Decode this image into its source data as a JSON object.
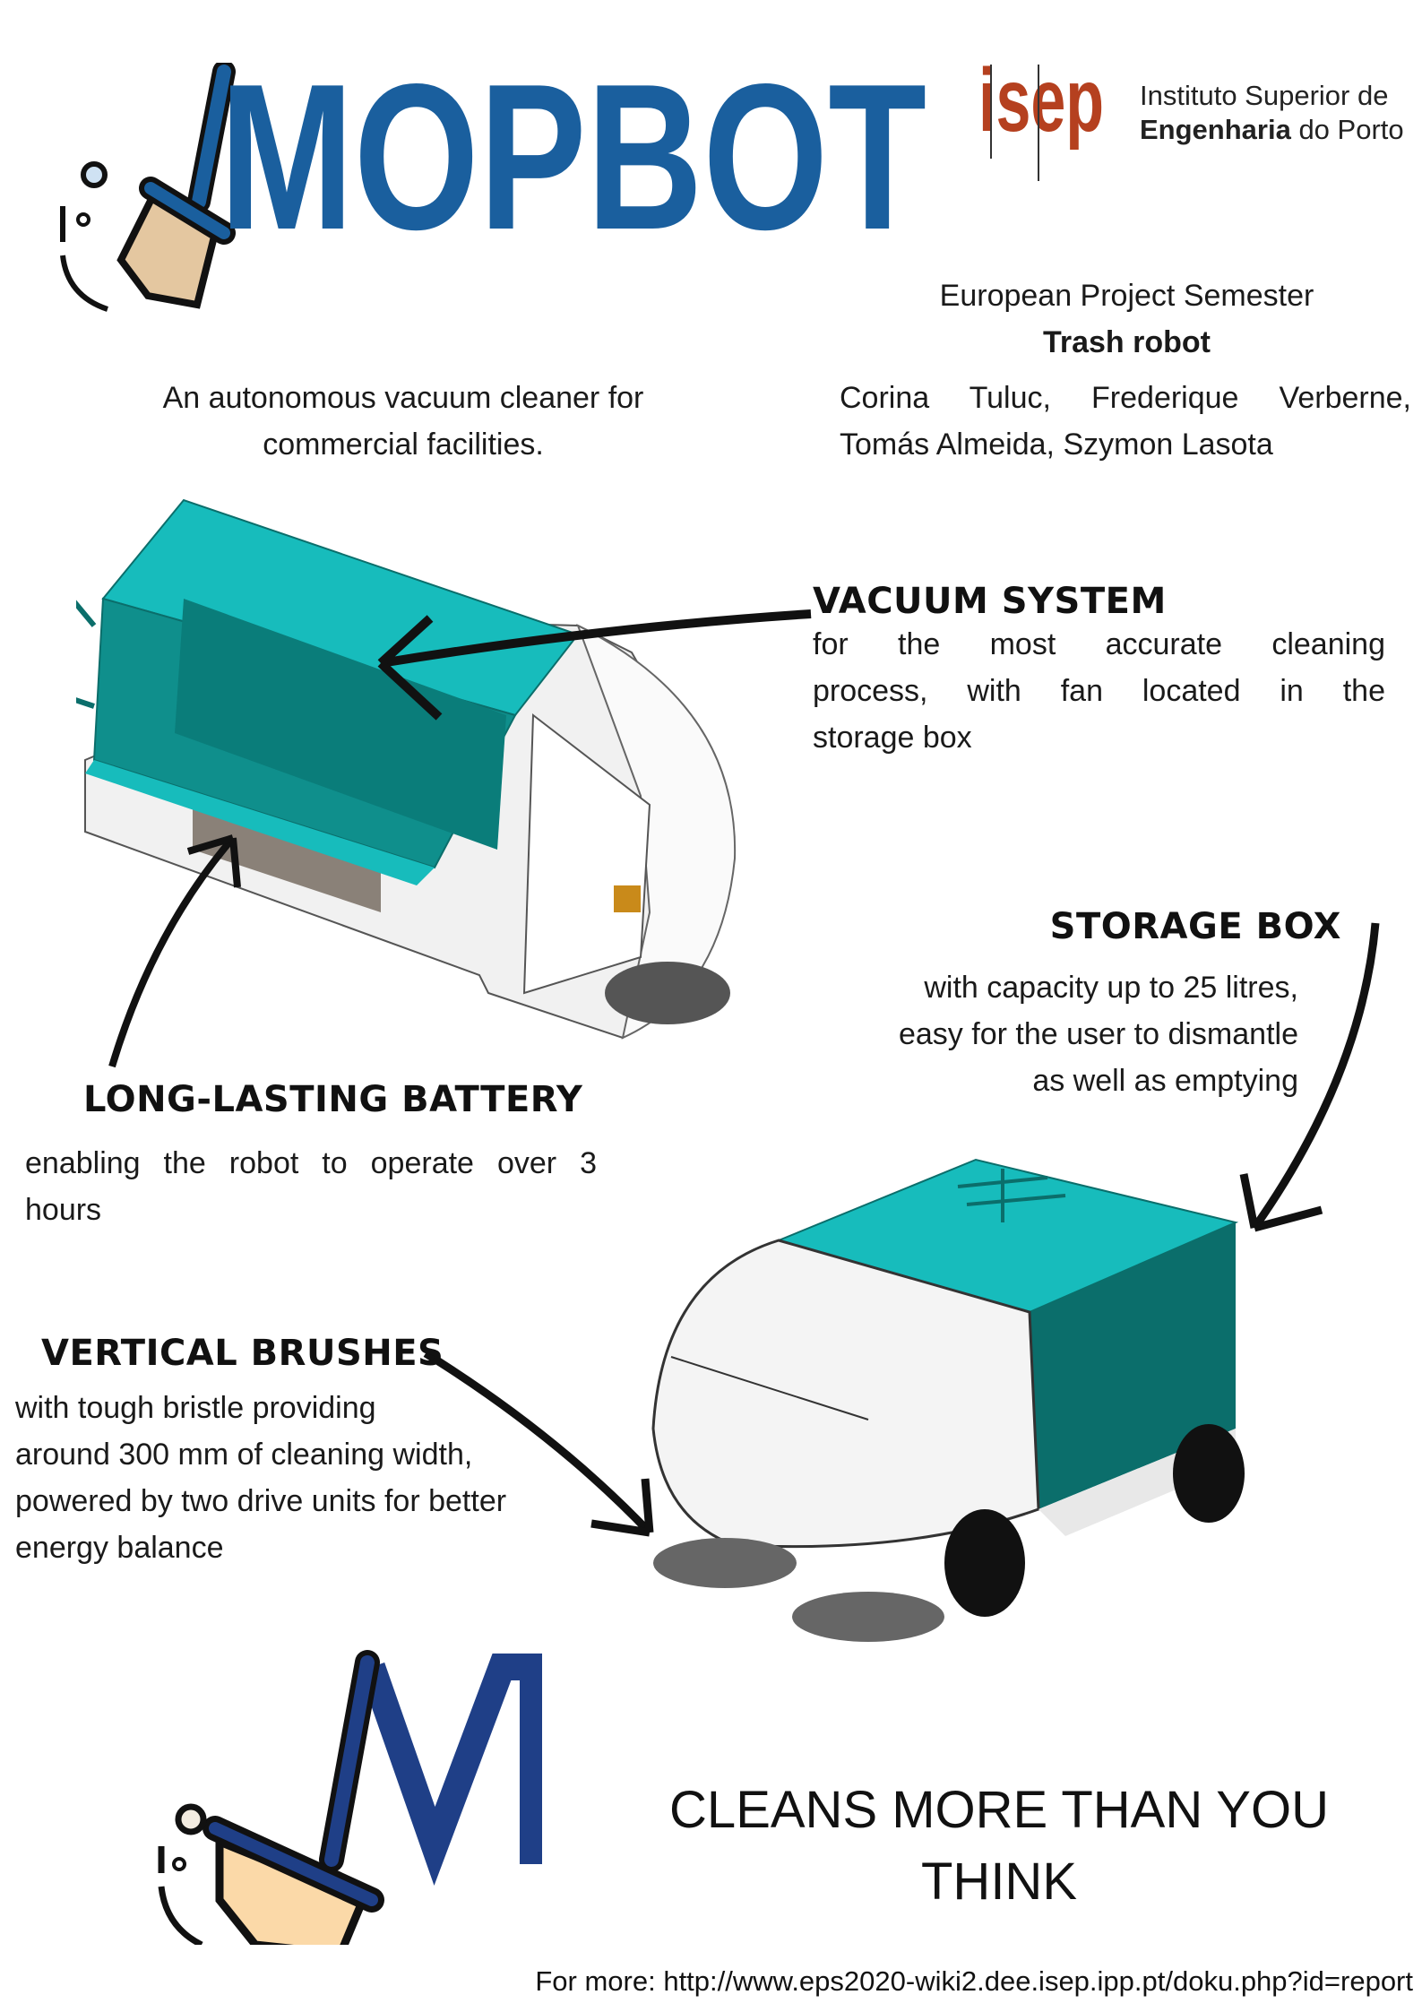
{
  "header": {
    "title": "MOPBOT",
    "logo_text": "isep",
    "institute_line1": "Instituto Superior de",
    "institute_line2_bold": "Engenharia",
    "institute_line2_rest": " do Porto"
  },
  "project": {
    "semester": "European Project Semester",
    "name": "Trash robot",
    "authors_line1": "Corina Tuluc, Frederique Verberne,",
    "authors_line2": "Tomás Almeida, Szymon Lasota"
  },
  "tagline": {
    "line1": "An autonomous vacuum cleaner for",
    "line2": "commercial facilities."
  },
  "features": {
    "vacuum": {
      "title": "VACUUM SYSTEM",
      "lines": [
        "for the most accurate cleaning",
        "process, with fan located in the",
        "storage box"
      ]
    },
    "storage": {
      "title": "STORAGE BOX",
      "lines": [
        "with capacity up to 25 litres,",
        "easy for the user to dismantle",
        "as well as emptying"
      ]
    },
    "battery": {
      "title": "LONG-LASTING BATTERY",
      "lines": [
        "enabling the robot to operate over 3",
        "hours"
      ]
    },
    "brushes": {
      "title": "VERTICAL BRUSHES",
      "lines": [
        "with tough bristle providing",
        "around 300 mm of cleaning width,",
        "powered by two drive units for better",
        "energy balance"
      ]
    }
  },
  "slogan": {
    "line1": "CLEANS  MORE THAN YOU",
    "line2": "THINK"
  },
  "footer": {
    "text": "For more: http://www.eps2020-wiki2.dee.isep.ipp.pt/doku.php?id=report"
  },
  "colors": {
    "brand_blue": "#1a5f9e",
    "dark_blue": "#1f3f87",
    "isep_red": "#b5401f",
    "teal": "#14b5b5",
    "teal_dark": "#0b6e6b"
  }
}
